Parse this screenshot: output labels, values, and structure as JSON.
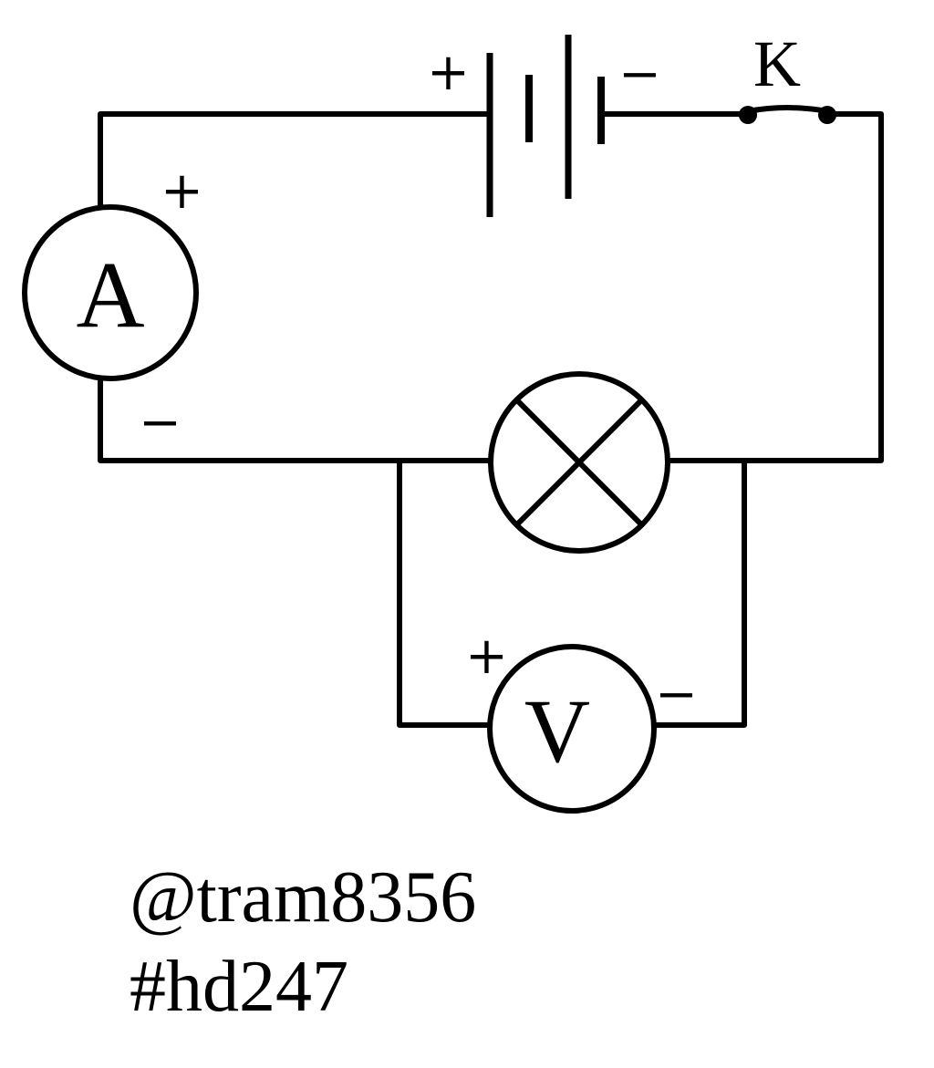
{
  "diagram": {
    "battery": {
      "plus_label": "+",
      "minus_label": "−"
    },
    "switch": {
      "label": "K"
    },
    "ammeter": {
      "symbol": "A",
      "plus_label": "+",
      "minus_label": "−"
    },
    "lamp": {
      "icon": "lamp-cross-icon"
    },
    "voltmeter": {
      "symbol": "V",
      "plus_label": "+",
      "minus_label": "−"
    }
  },
  "watermark": {
    "line1": "@tram8356",
    "line2": "#hd247"
  }
}
